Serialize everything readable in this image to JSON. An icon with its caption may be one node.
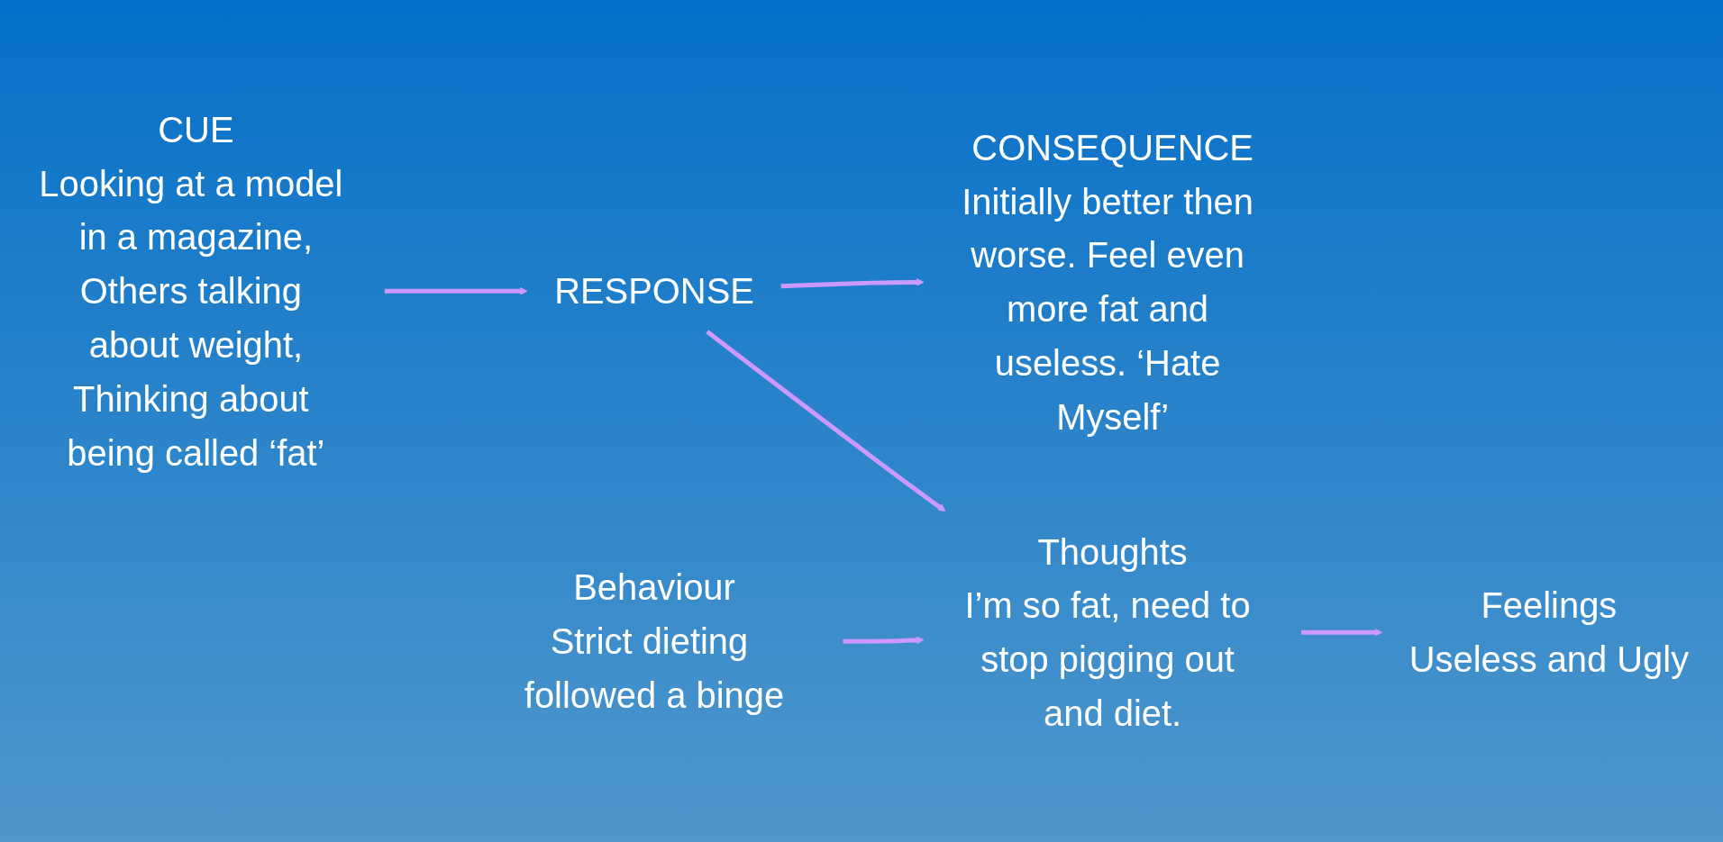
{
  "diagram": {
    "nodes": [
      {
        "text": [
          "CUE"
        ],
        "beside": [
          "Looking at a model in a magazine,",
          "Others talking about weight,",
          "Thinking about being called ‘fat’"
        ]
      },
      {
        "text": [
          "RESPONSE"
        ]
      },
      {
        "text": [
          "CONSEQUENCE"
        ],
        "beside": [
          "Initially better then worse. Feel even more fat and useless. ‘Hate Myself’"
        ]
      },
      {
        "text": [
          "Thoughts"
        ],
        "beside": [
          "I’m so fat, need to stop pigging out and diet."
        ]
      },
      {
        "text": [
          "Feelings"
        ],
        "beside": [
          "Useless and Ugly"
        ]
      },
      {
        "text": [
          "Behaviour"
        ],
        "beside": [
          "Strict dieting followed a binge"
        ]
      }
    ],
    "edges": [
      {
        "from": 0,
        "to": 1,
        "arrow": "to"
      },
      {
        "from": 1,
        "to": 2,
        "arrow": "to"
      },
      {
        "from": 1,
        "to": 3,
        "arrow": "to"
      },
      {
        "from": 3,
        "to": 4,
        "arrow": "to"
      },
      {
        "from": 5,
        "to": 3,
        "arrow": "to"
      }
    ]
  }
}
